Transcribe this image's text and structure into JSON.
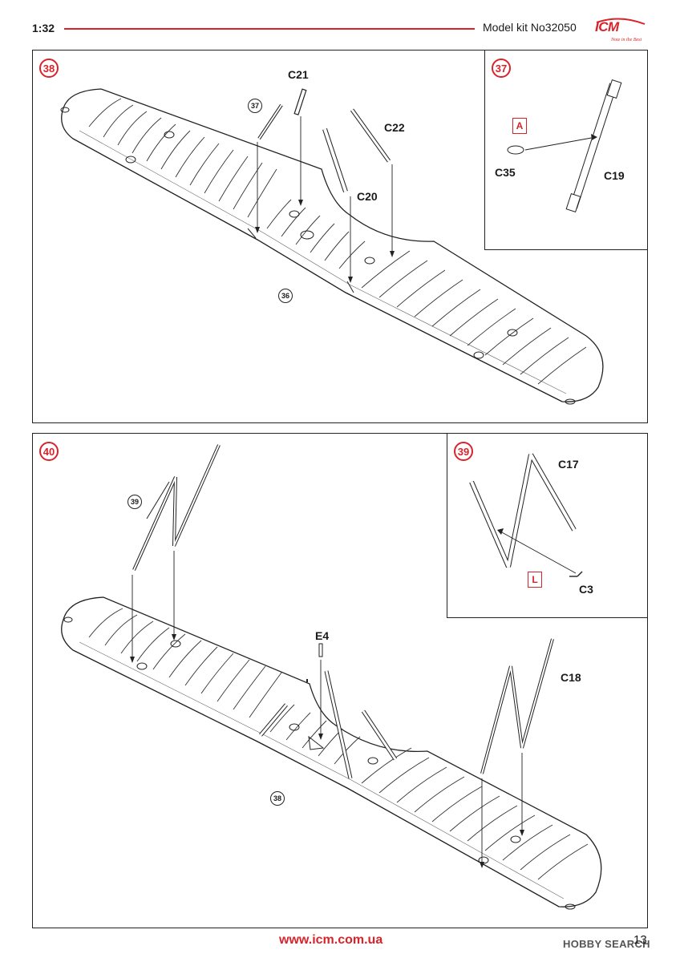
{
  "header": {
    "scale": "1:32",
    "kit": "Model kit No32050",
    "logo_brand": "ICM",
    "logo_tagline": "Note in the Best"
  },
  "steps": [
    {
      "number": "38",
      "refs": [
        "37",
        "36"
      ],
      "parts": [
        "C21",
        "C22",
        "C20"
      ],
      "inset": {
        "number": "37",
        "tag": "A",
        "parts": [
          "C35",
          "C19"
        ]
      }
    },
    {
      "number": "40",
      "refs": [
        "39",
        "38"
      ],
      "parts": [
        "E4",
        "C18"
      ],
      "inset": {
        "number": "39",
        "tag": "L",
        "parts": [
          "C17",
          "C3"
        ]
      }
    }
  ],
  "footer": {
    "url": "www.icm.com.ua",
    "page": "13",
    "watermark": "HOBBY SEARCH"
  },
  "colors": {
    "accent": "#d8232a",
    "line": "#222222"
  }
}
